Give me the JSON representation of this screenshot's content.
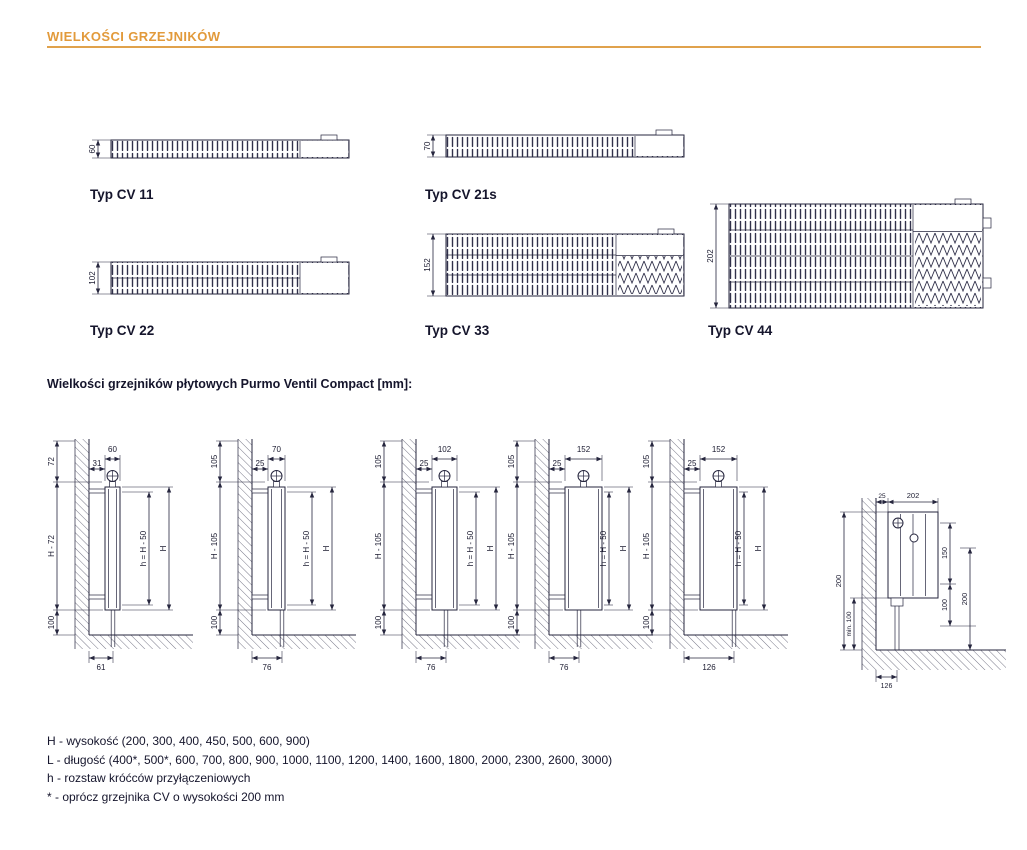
{
  "page": {
    "title": "WIELKOŚCI GRZEJNIKÓW",
    "accent_color": "#E29A3B"
  },
  "types": [
    {
      "label": "Typ CV 11",
      "height_dim": "60"
    },
    {
      "label": "Typ CV 21s",
      "height_dim": "70"
    },
    {
      "label": "Typ CV 22",
      "height_dim": "102"
    },
    {
      "label": "Typ CV 33",
      "height_dim": "152"
    },
    {
      "label": "Typ CV 44",
      "height_dim": "202"
    }
  ],
  "section_title": "Wielkości grzejników płytowych Purmo Ventil Compact [mm]:",
  "side_views": [
    {
      "wall_offset": "31",
      "depth": "60",
      "dim_top": "72",
      "dim_mid": "H - 72",
      "dim_bottom": "100",
      "pitch": "h = H - 50",
      "height": "H",
      "conn": "61"
    },
    {
      "wall_offset": "25",
      "depth": "70",
      "dim_top": "105",
      "dim_mid": "H - 105",
      "dim_bottom": "100",
      "pitch": "h = H - 50",
      "height": "H",
      "conn": "76"
    },
    {
      "wall_offset": "25",
      "depth": "102",
      "dim_top": "105",
      "dim_mid": "H - 105",
      "dim_bottom": "100",
      "pitch": "h = H - 50",
      "height": "H",
      "conn": "76"
    },
    {
      "wall_offset": "25",
      "depth": "152",
      "dim_top": "105",
      "dim_mid": "H - 105",
      "dim_bottom": "100",
      "pitch": "h = H - 50",
      "height": "H",
      "conn": "76"
    },
    {
      "wall_offset": "25",
      "depth": "152",
      "dim_top": "105",
      "dim_mid": "H - 105",
      "dim_bottom": "100",
      "pitch": "h = H - 50",
      "height": "H",
      "conn": "126"
    }
  ],
  "corner_view": {
    "wall_offset": "25",
    "depth": "202",
    "left_height": "200",
    "right_upper": "150",
    "right_lower": "100",
    "right_total": "200",
    "conn": "126",
    "min_clearance": "min. 100"
  },
  "legend": [
    "H - wysokość (200, 300, 400, 450, 500, 600, 900)",
    "L - długość (400*, 500*, 600, 700, 800, 900, 1000, 1100, 1200, 1400, 1600, 1800, 2000, 2300, 2600, 3000)",
    "h - rozstaw króćców przyłączeniowych",
    "* - oprócz grzejnika CV o wysokości 200 mm"
  ]
}
